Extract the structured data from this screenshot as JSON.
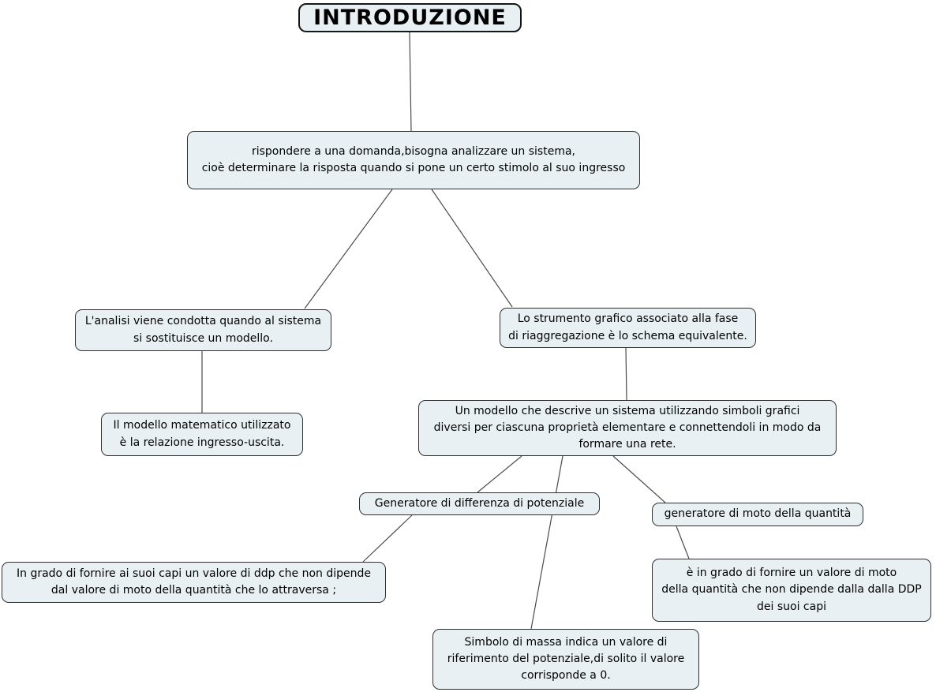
{
  "theme": {
    "background": "#ffffff",
    "node_fill": "#e9f0f3",
    "node_border": "#2f2f2f",
    "line_color": "#4a4a4a",
    "text_color": "#000000"
  },
  "diagram": {
    "type": "concept-map",
    "language": "it"
  },
  "nodes": [
    {
      "id": "title",
      "text": "INTRODUZIONE"
    },
    {
      "id": "rispondere",
      "text": "rispondere a una domanda,bisogna analizzare un sistema,\ncioè determinare la risposta quando si pone un certo stimolo al suo ingresso"
    },
    {
      "id": "analisi",
      "text": "L'analisi viene condotta quando al sistema\nsi sostituisce un modello."
    },
    {
      "id": "strumento",
      "text": "Lo strumento grafico associato alla fase\ndi riaggregazione è lo schema equivalente."
    },
    {
      "id": "modello-matematico",
      "text": "Il modello matematico utilizzato\nè la relazione ingresso-uscita."
    },
    {
      "id": "modello-rete",
      "text": "Un modello che descrive un sistema utilizzando simboli grafici\ndiversi per ciascuna proprietà elementare e connettendoli in modo da\nformare una rete."
    },
    {
      "id": "generatore-ddp",
      "text": "Generatore di differenza di potenziale"
    },
    {
      "id": "generatore-moto",
      "text": "generatore di moto della quantità"
    },
    {
      "id": "fornire-ddp",
      "text": "In grado di fornire ai suoi capi un valore di ddp che non dipende\ndal valore di moto della quantità che lo attraversa ;"
    },
    {
      "id": "fornire-moto",
      "text": "è in grado di fornire un valore di moto\ndella quantità che non dipende dalla dalla DDP\ndei suoi capi"
    },
    {
      "id": "simbolo-massa",
      "text": "Simbolo di massa indica un valore di\nriferimento del potenziale,di solito il valore\ncorrisponde a 0."
    }
  ],
  "edges": [
    {
      "from": "title",
      "to": "rispondere"
    },
    {
      "from": "rispondere",
      "to": "analisi"
    },
    {
      "from": "rispondere",
      "to": "strumento"
    },
    {
      "from": "analisi",
      "to": "modello-matematico"
    },
    {
      "from": "strumento",
      "to": "modello-rete"
    },
    {
      "from": "modello-rete",
      "to": "generatore-ddp"
    },
    {
      "from": "modello-rete",
      "to": "simbolo-massa"
    },
    {
      "from": "modello-rete",
      "to": "generatore-moto"
    },
    {
      "from": "generatore-ddp",
      "to": "fornire-ddp"
    },
    {
      "from": "generatore-moto",
      "to": "fornire-moto"
    }
  ]
}
